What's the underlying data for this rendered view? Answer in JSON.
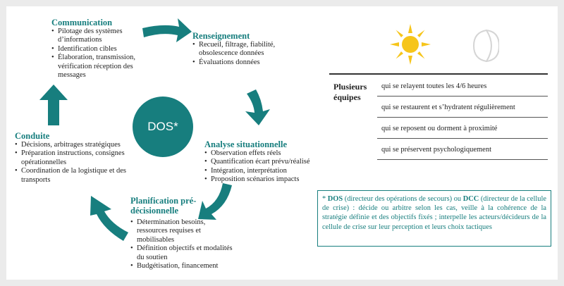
{
  "cycle": {
    "communication": {
      "title": "Communication",
      "items": [
        "Pilotage des systèmes d’informations",
        "Identification cibles",
        "Élaboration, transmission, vérification réception des messages"
      ]
    },
    "renseignement": {
      "title": "Renseignement",
      "items": [
        "Recueil, filtrage, fiabilité, obsolescence données",
        "Évaluations données"
      ]
    },
    "analyse": {
      "title": "Analyse situationnelle",
      "items": [
        "Observation effets réels",
        "Quantification écart prévu/réalisé",
        "Intégration, interprétation",
        "Proposition scénarios impacts"
      ]
    },
    "planification": {
      "title_line1": "Planification pré-",
      "title_line2": "décisionnelle",
      "items": [
        "Détermination besoins, ressources requises et mobilisables",
        "Définition objectifs et modalités du soutien",
        "Budgétisation, financement"
      ]
    },
    "conduite": {
      "title": "Conduite",
      "items": [
        "Décisions, arbitrages stratégiques",
        "Préparation instructions, consignes opérationnelles",
        "Coordination de la logistique et des transports"
      ]
    },
    "center": {
      "label": "DOS*"
    }
  },
  "teams": {
    "label_line1": "Plusieurs",
    "label_line2": "équipes",
    "rows": [
      "qui se relayent toutes les 4/6 heures",
      "qui se restaurent et s’hydratent régulièrement",
      "qui se reposent ou dorment à proximité",
      "qui se préservent psychologiquement"
    ]
  },
  "note": {
    "star": "* ",
    "dos": "DOS",
    "dos_full": " (directeur des opérations de secours) ou ",
    "dcc": "DCC",
    "rest": " (directeur de la cellule de crise) : décide ou arbitre selon les cas, veille à la cohérence de la stratégie définie et des objectifs fixés ; interpelle les acteurs/décideurs de la cellule de crise sur leur perception et leurs choix tactiques"
  },
  "colors": {
    "teal": "#177e7e",
    "sun": "#f6c51b",
    "moon": "#d8d8d8"
  },
  "icons": [
    "sun-icon",
    "moon-icon"
  ]
}
